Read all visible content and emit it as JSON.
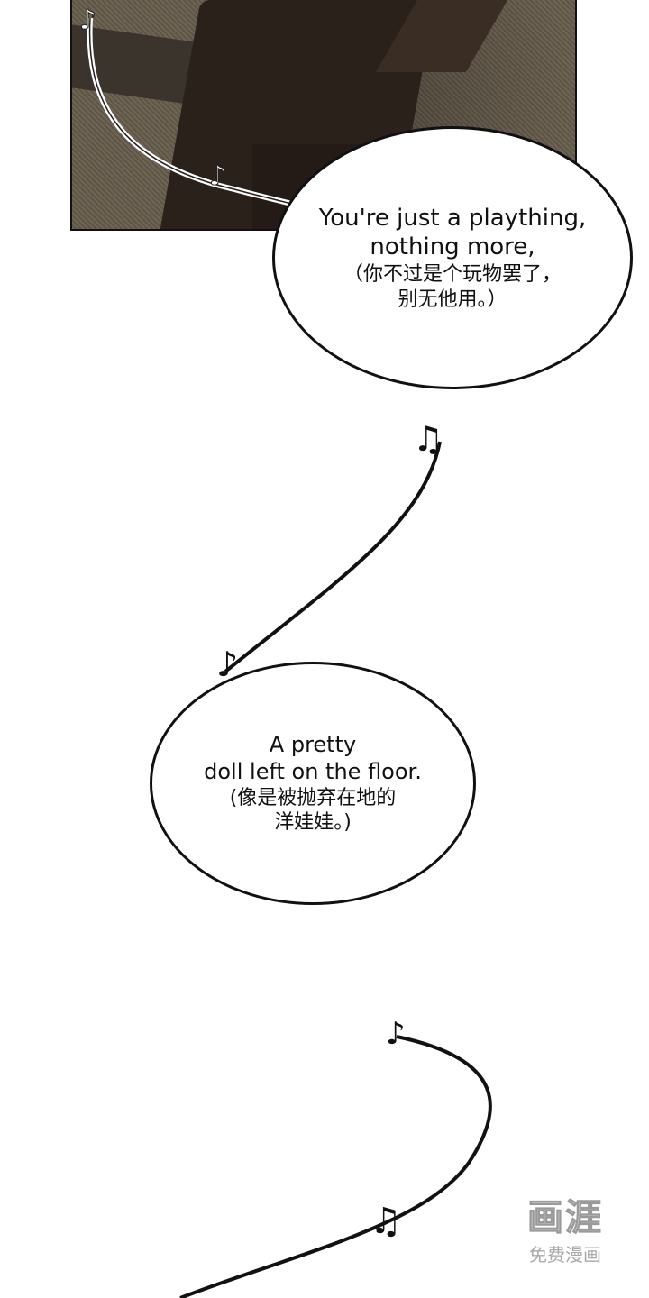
{
  "bubble1": {
    "line1": "You're just a plaything,",
    "line2": "nothing more,",
    "line3": "（你不过是个玩物罢了，",
    "line4": "别无他用。）"
  },
  "bubble2": {
    "line1": "A pretty",
    "line2": "doll left on the floor.",
    "line3": "(像是被抛弃在地的",
    "line4": "洋娃娃。)"
  },
  "watermark": {
    "logo": "画涯",
    "sub": "免费漫画"
  }
}
